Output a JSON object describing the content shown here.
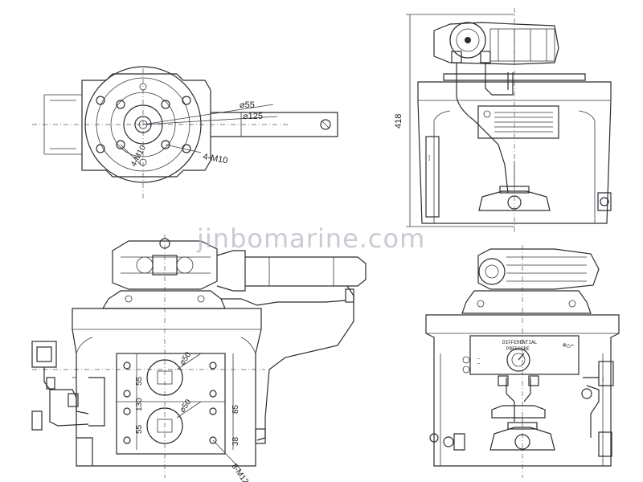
{
  "watermark": "jinbomarine.com",
  "top_view": {
    "dim_outer": "⌀55",
    "dim_inner": "⌀125",
    "thread_a": "4-M10",
    "thread_b": "4-M10"
  },
  "right_top_view": {
    "height_dim": "418"
  },
  "front_view": {
    "dim_d50_upper": "⌀50",
    "dim_d50_lower": "⌀50",
    "dim_55_upper": "55",
    "dim_130": "130",
    "dim_55_lower": "55",
    "dim_85": "85",
    "dim_38": "38",
    "thread": "8-M12"
  },
  "right_bottom_view": {
    "plate_title": "DIFFERENTIAL",
    "plate_sub": "PRESSURE"
  }
}
